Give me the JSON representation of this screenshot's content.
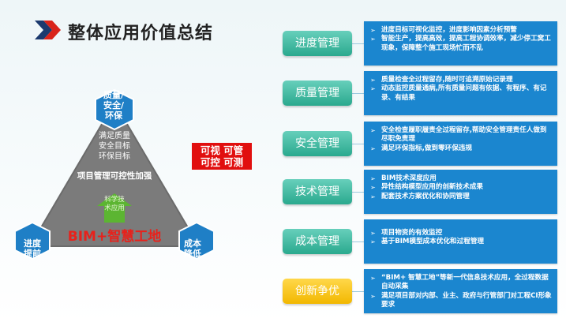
{
  "header": {
    "title": "整体应用价值总结",
    "logo_icon": "double-chevron-logo",
    "colors": {
      "logo_red": "#d9241a",
      "logo_navy": "#1c3a6e"
    }
  },
  "diagram": {
    "top_node": "质量/\n安全/\n环保",
    "left_node": "进度\n提前",
    "right_node": "成本\n降低",
    "goals": [
      "满足质量",
      "安全目标",
      "环保目标"
    ],
    "control_text": "项目管理可控性加强",
    "arrow_text": "科学技\n术应用",
    "bim_text": "BIM+智慧工地",
    "colors": {
      "triangle": "#7b7b7b",
      "hexagon": "#1f7fc6",
      "arrow": "#5cb532",
      "bim": "#e8211b"
    }
  },
  "red_box": {
    "line1": "可视 可管",
    "line2": "可控 可测"
  },
  "categories": [
    {
      "label": "进度管理",
      "color": "green"
    },
    {
      "label": "质量管理",
      "color": "green"
    },
    {
      "label": "安全管理",
      "color": "green"
    },
    {
      "label": "技术管理",
      "color": "green"
    },
    {
      "label": "成本管理",
      "color": "green"
    },
    {
      "label": "创新争优",
      "color": "gold"
    }
  ],
  "panels": [
    {
      "items": [
        "进度目标可视化监控，进度影响因素分析预警",
        "智能生产，提高高效，提高工程协调效率，减少停工窝工现象，保障整个施工现场忙而不乱"
      ]
    },
    {
      "items": [
        "质量检查全过程留存,随时可追溯原始记录理",
        "动态监控质量通病,所有质量问题有依据、有程序、有记录、有结果"
      ]
    },
    {
      "items": [
        "安全检查履职履责全过程留存,帮助安全管理责任人做到尽职免责理",
        "满足环保指标,做到零环保违规"
      ]
    },
    {
      "items": [
        "BIM技术深度应用",
        "异性结构模型应用的创新技术成果",
        "配套技术方案优化和协同管理"
      ]
    },
    {
      "items": [
        "项目物资的有效监控",
        "基于BIM模型成本优化和过程管理"
      ]
    },
    {
      "items": [
        "“BIM+ 智慧工地”等新一代信息技术应用，全过程数据自动采集",
        "满足项目部对内部、业主、政府与行管部门对工程CI形象要求"
      ]
    }
  ]
}
